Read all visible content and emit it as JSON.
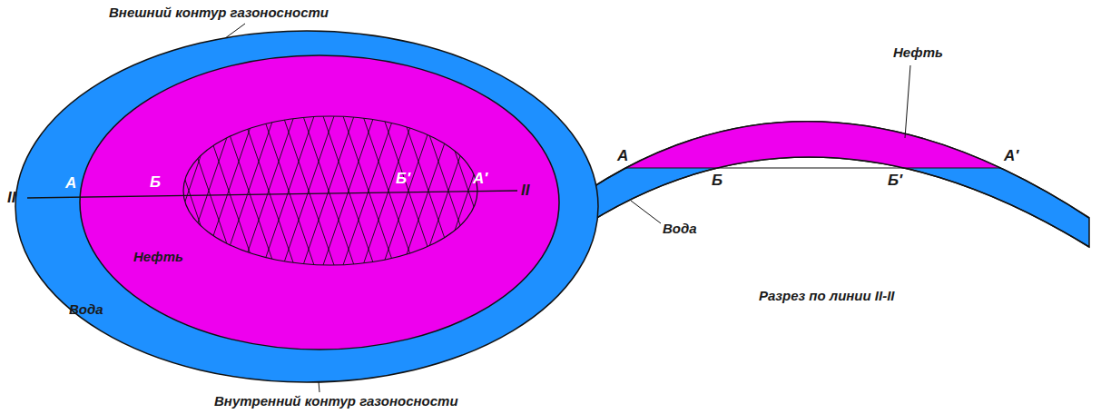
{
  "diagram": {
    "nodes": [
      {
        "text": [
          "Вода"
        ]
      },
      {
        "text": [
          "Нефть"
        ],
        "in": 0
      }
    ],
    "labels": [
      "Внешний контур газоносности",
      "Внутренний контур газоносности",
      "II",
      "II",
      "А",
      "Б",
      "Б′",
      "А′",
      "Нефть",
      "А",
      "Б",
      "Б′",
      "А′",
      "Вода",
      "Разрез по линии II-II"
    ]
  }
}
